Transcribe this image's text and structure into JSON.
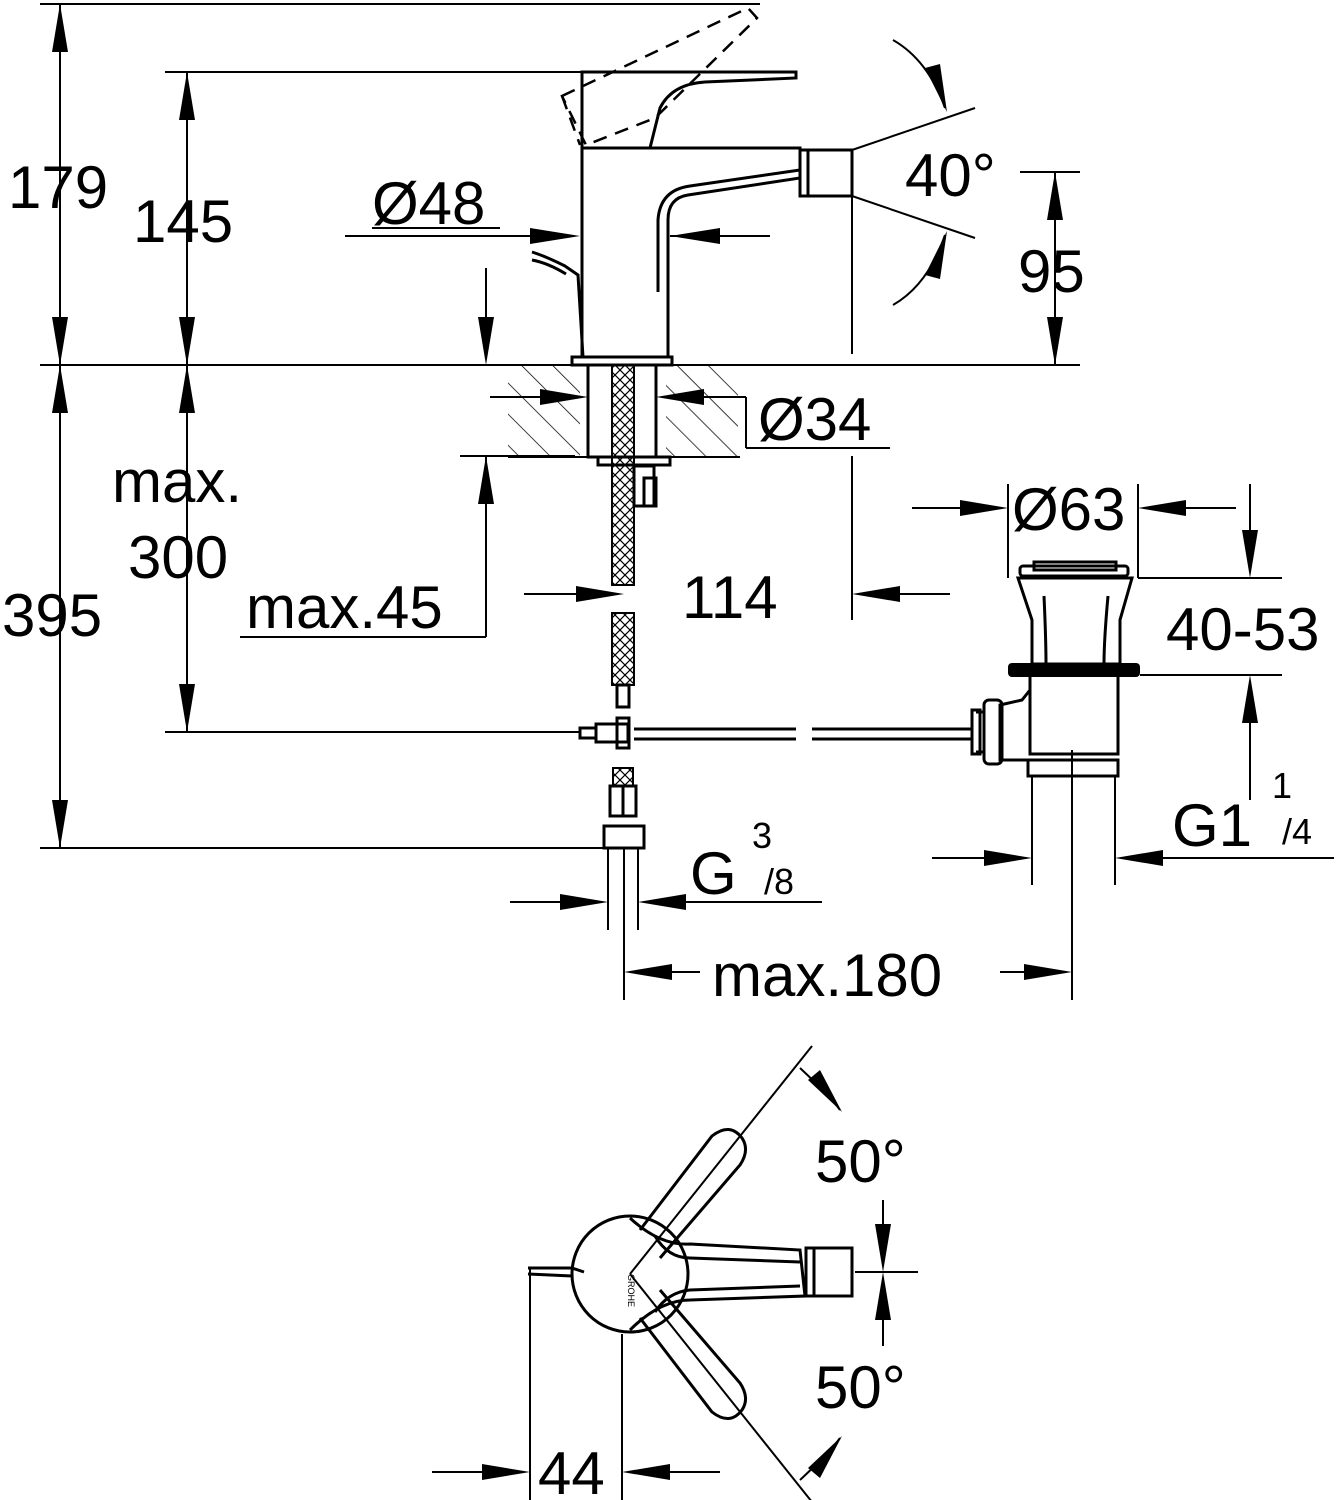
{
  "dimensions": {
    "height_total": "179",
    "height_top": "145",
    "diameter_body": "Ø48",
    "spout_angle": "40°",
    "spout_height": "95",
    "diameter_hole": "Ø34",
    "max_hose_depth_a": "max.",
    "max_hose_depth_b": "300",
    "max_deck_thickness": "max.45",
    "spout_distance": "114",
    "below_deck_total": "395",
    "diameter_waste": "Ø63",
    "waste_range": "40-53",
    "waste_thread_main": "G1",
    "waste_thread_num": "1",
    "waste_thread_den": "/4",
    "supply_thread_main": "G",
    "supply_thread_num": "3",
    "supply_thread_den": "/8",
    "max_distance": "max.180",
    "lever_angle_up": "50°",
    "lever_angle_down": "50°",
    "lever_offset": "44"
  },
  "logo_text": "GROHE"
}
